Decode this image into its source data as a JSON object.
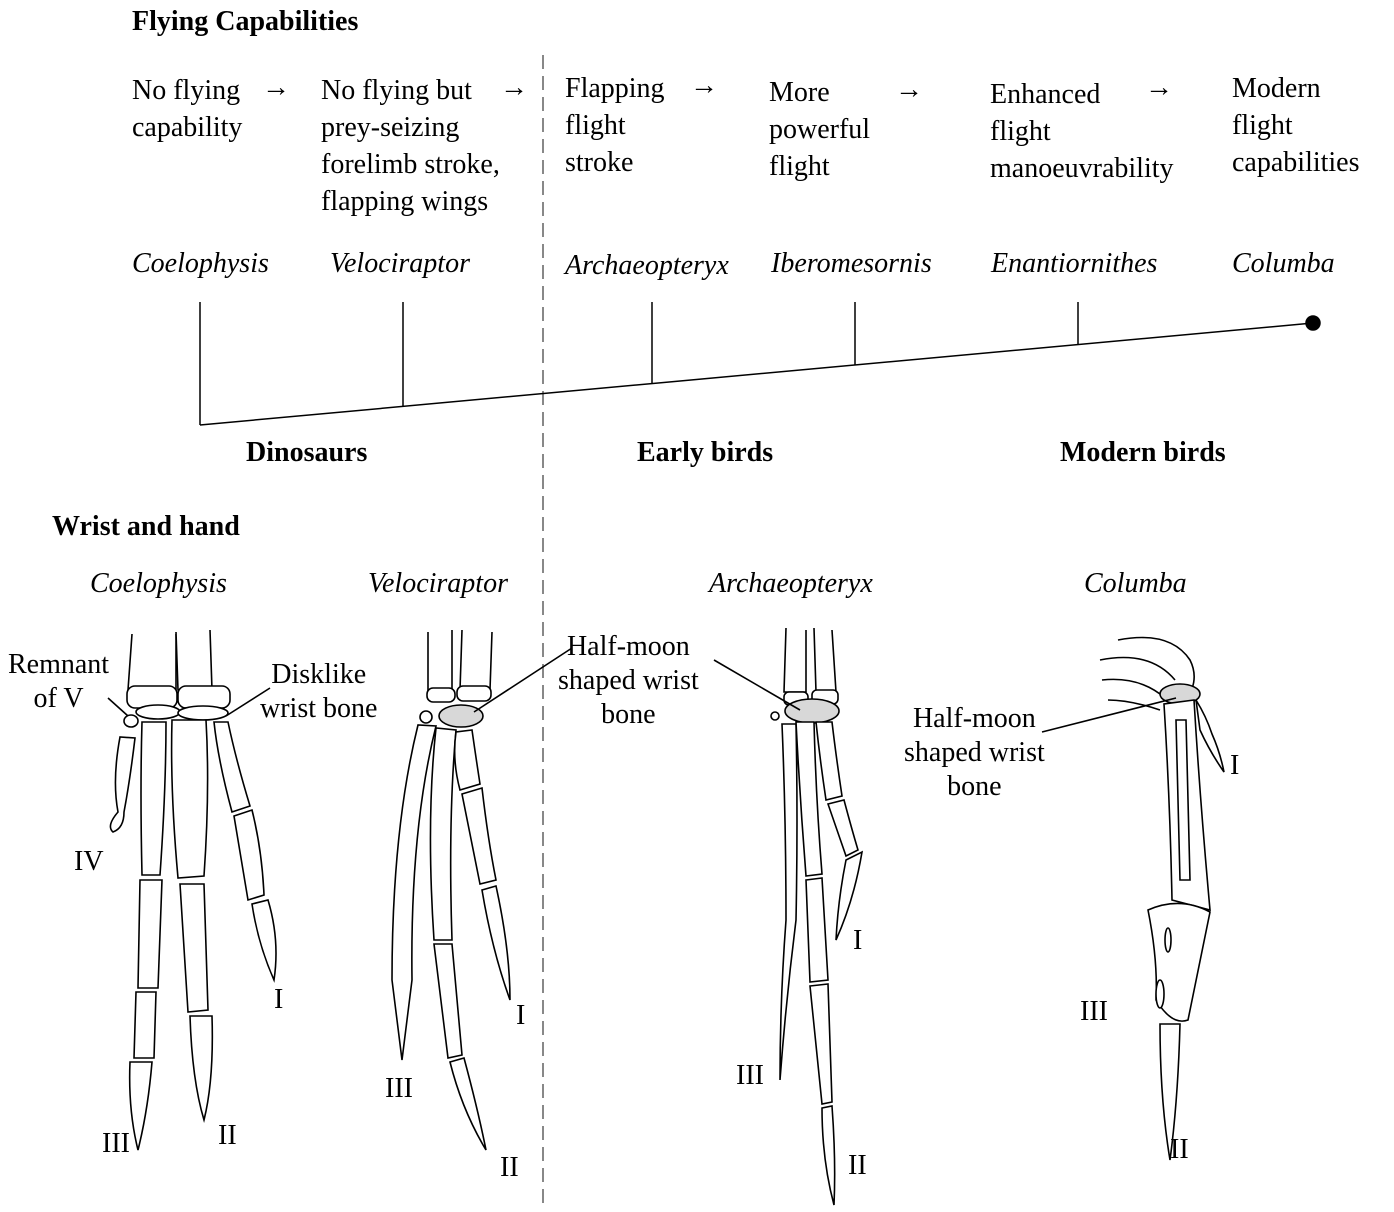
{
  "headings": {
    "flying": "Flying Capabilities",
    "wrist": "Wrist and hand"
  },
  "capabilities": [
    {
      "text": "No flying\ncapability",
      "arrow": "→"
    },
    {
      "text": "No flying but\nprey-seizing\nforelimb stroke,\nflapping wings",
      "arrow": "→"
    },
    {
      "text": "Flapping\nflight\nstroke",
      "arrow": "→"
    },
    {
      "text": "More\npowerful\nflight",
      "arrow": "→"
    },
    {
      "text": "Enhanced\nflight\nmanoeuvrability",
      "arrow": "→"
    },
    {
      "text": "Modern\nflight\ncapabilities",
      "arrow": ""
    }
  ],
  "taxa": [
    "Coelophysis",
    "Velociraptor",
    "Archaeopteryx",
    "Iberomesornis",
    "Enantiornithes",
    "Columba"
  ],
  "groups": [
    "Dinosaurs",
    "Early birds",
    "Modern birds"
  ],
  "hand_taxa": [
    "Coelophysis",
    "Velociraptor",
    "Archaeopteryx",
    "Columba"
  ],
  "labels": {
    "remnant": "Remnant\nof V",
    "disklike": "Disklike\nwrist bone",
    "halfmoon_1": "Half-moon\nshaped wrist\nbone",
    "halfmoon_2": "Half-moon\nshaped wrist\nbone"
  },
  "digits": {
    "coelophysis": [
      "IV",
      "III",
      "II",
      "I"
    ],
    "velociraptor": [
      "III",
      "II",
      "I"
    ],
    "archaeopteryx": [
      "III",
      "I",
      "II"
    ],
    "columba": [
      "I",
      "III",
      "II"
    ]
  }
}
